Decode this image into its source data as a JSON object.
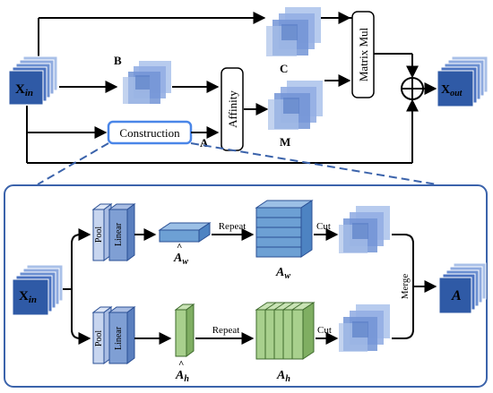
{
  "top": {
    "input_label": "X",
    "input_sub": "in",
    "output_label": "X",
    "output_sub": "out",
    "b_label": "B",
    "c_label": "C",
    "m_label": "M",
    "a_label": "A",
    "affinity_label": "Affinity",
    "matmul_label": "Matrix Mul",
    "construction_label": "Construction"
  },
  "detail": {
    "input_label": "X",
    "input_sub": "in",
    "pool_label": "Pool",
    "linear_label": "Linear",
    "repeat_label": "Repeat",
    "cut_label": "Cut",
    "merge_label": "Merge",
    "aw_hat_main": "A",
    "aw_hat_sub": "w",
    "ah_hat_main": "A",
    "ah_hat_sub": "h",
    "aw_main": "A",
    "aw_sub": "w",
    "ah_main": "A",
    "ah_sub": "h",
    "output_label": "A"
  },
  "colors": {
    "stack_front": "#2f5aa6",
    "stack_light": "#a9c0e8",
    "square_light": "#b7cbee",
    "square_mid": "#93aee3",
    "square_dark": "#7294d6",
    "frame_border": "#3b63ab",
    "dashed_line": "#3b63ab",
    "green_front": "#a8d08d",
    "green_dark": "#6e9a54",
    "pool_fill": "#c7d5ef",
    "linear_fill": "#7f9fd4",
    "aw_box_top": "#9cc0e6",
    "aw_box_front": "#6da0d4",
    "construction_border": "#4a86e8"
  }
}
